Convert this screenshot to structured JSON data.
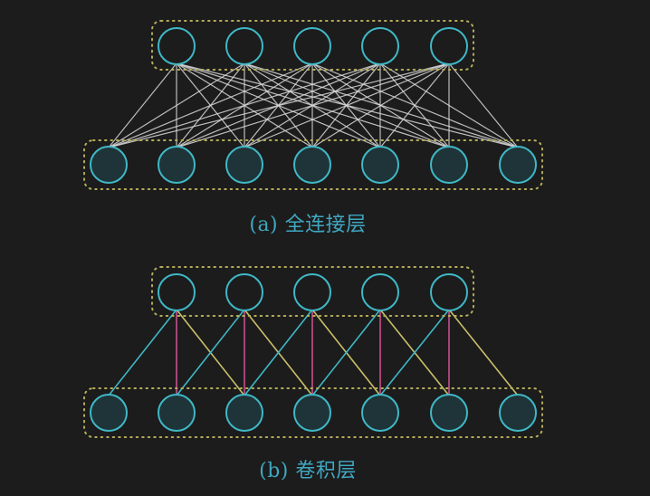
{
  "captions": {
    "fully_connected": "(a) 全连接层",
    "convolutional": "(b) 卷积层"
  },
  "colors": {
    "background": "#1c1c1c",
    "node_stroke": "#3fb8c7",
    "node_fill_output": "#1c1c1c",
    "node_fill_input": "#1f3438",
    "box_dots": "#b5ad5a",
    "fc_edge": "#d9d9d9",
    "conv_edge_left": "#3fb8c7",
    "conv_edge_center": "#c8508f",
    "conv_edge_right": "#c9c06a",
    "caption": "#3fa7c1"
  },
  "networks": [
    {
      "name": "fully-connected-layer",
      "output_nodes": 5,
      "input_nodes": 7,
      "connectivity": "full"
    },
    {
      "name": "convolutional-layer",
      "output_nodes": 5,
      "input_nodes": 7,
      "connectivity": "kernel-3"
    }
  ]
}
